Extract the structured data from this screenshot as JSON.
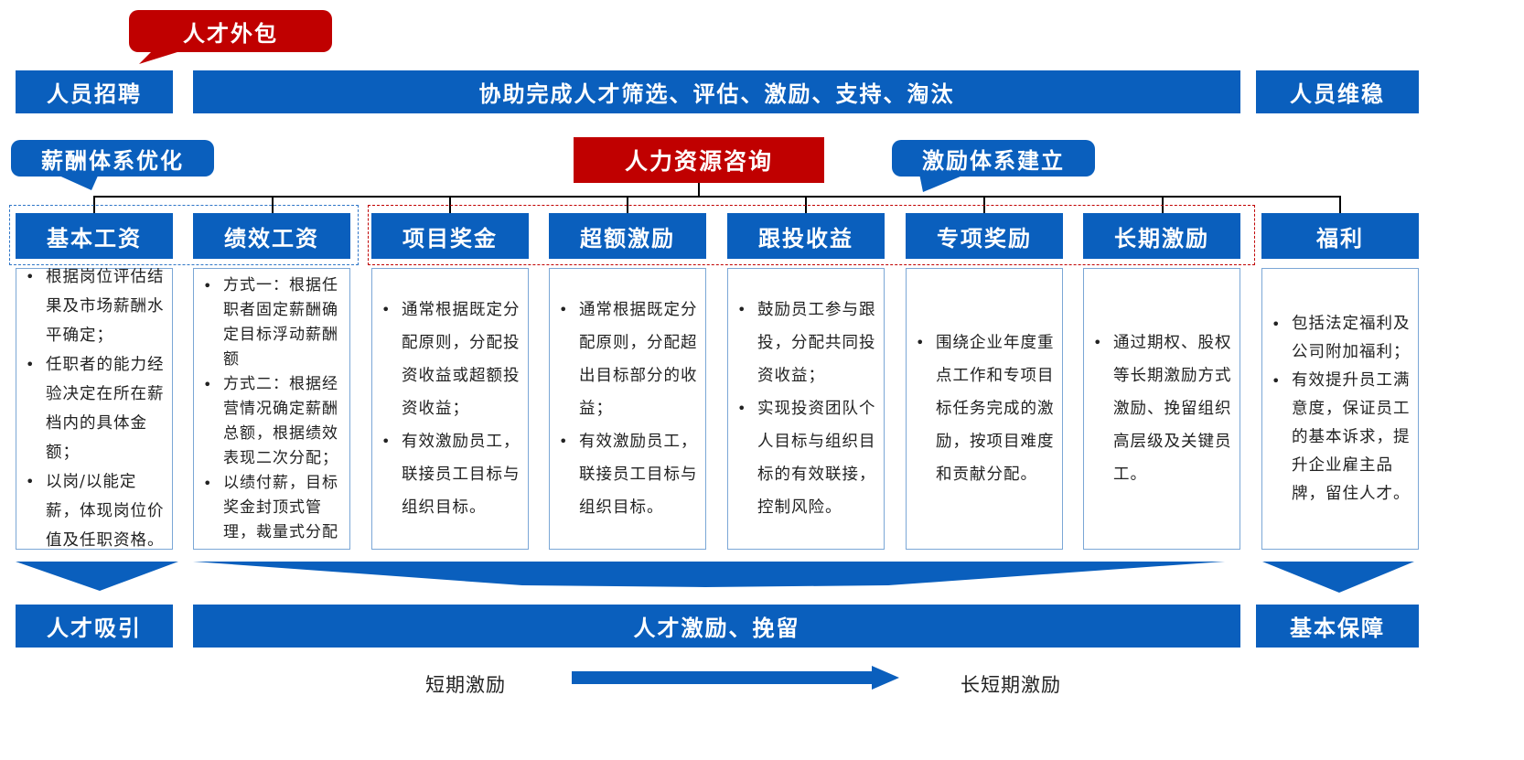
{
  "callouts": {
    "outsourcing": "人才外包",
    "salary_optimization": "薪酬体系优化",
    "incentive_system": "激励体系建立"
  },
  "top_bars": {
    "recruitment": "人员招聘",
    "assist": "协助完成人才筛选、评估、激励、支持、淘汰",
    "retention": "人员维稳"
  },
  "center": {
    "hr_consulting": "人力资源咨询"
  },
  "columns": [
    {
      "header": "基本工资",
      "items": [
        "根据岗位评估结果及市场薪酬水平确定；",
        "任职者的能力经验决定在所在薪档内的具体金额；",
        "以岗/以能定薪，体现岗位价值及任职资格。"
      ]
    },
    {
      "header": "绩效工资",
      "items": [
        "方式一：根据任职者固定薪酬确定目标浮动薪酬额",
        "方式二：根据经营情况确定薪酬总额，根据绩效表现二次分配；",
        "以绩付薪，目标奖金封顶式管理，裁量式分配"
      ]
    },
    {
      "header": "项目奖金",
      "items": [
        "通常根据既定分配原则，分配投资收益或超额投资收益；",
        "有效激励员工，联接员工目标与组织目标。"
      ]
    },
    {
      "header": "超额激励",
      "items": [
        "通常根据既定分配原则，分配超出目标部分的收益；",
        "有效激励员工，联接员工目标与组织目标。"
      ]
    },
    {
      "header": "跟投收益",
      "items": [
        "鼓励员工参与跟投，分配共同投资收益；",
        "实现投资团队个人目标与组织目标的有效联接，控制风险。"
      ]
    },
    {
      "header": "专项奖励",
      "items": [
        "围绕企业年度重点工作和专项目标任务完成的激励，按项目难度和贡献分配。"
      ]
    },
    {
      "header": "长期激励",
      "items": [
        "通过期权、股权等长期激励方式激励、挽留组织高层级及关键员工。"
      ]
    },
    {
      "header": "福利",
      "items": [
        "包括法定福利及公司附加福利；",
        "有效提升员工满意度，保证员工的基本诉求，提升企业雇主品牌，留住人才。"
      ]
    }
  ],
  "bottom_bars": {
    "attract": "人才吸引",
    "motivate": "人才激励、挽留",
    "guarantee": "基本保障"
  },
  "timeline": {
    "short_term": "短期激励",
    "long_short_term": "长短期激励"
  },
  "colors": {
    "blue": "#0a5fbd",
    "red": "#c00000"
  }
}
